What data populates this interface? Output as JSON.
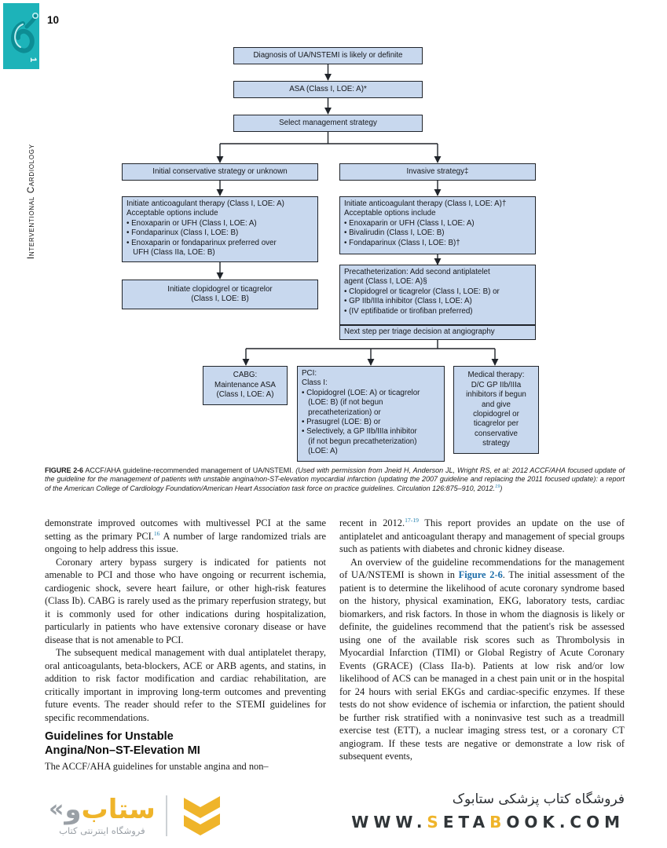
{
  "page": {
    "number": "10",
    "chapter": "1",
    "sidebar_title": "Interventional Cardiology"
  },
  "colors": {
    "sidebar_teal": "#1db3b9",
    "box_fill": "#c8d8ee",
    "box_border": "#20242a",
    "reference_teal": "#1f7fae",
    "figure_link_blue": "#1b6ca8",
    "footer_yellow": "#efb42a",
    "footer_gray": "#9aa0a6"
  },
  "flowchart": {
    "diagnosis": "Diagnosis of UA/NSTEMI is likely or definite",
    "asa": "ASA (Class I, LOE: A)*",
    "select": "Select management strategy",
    "conservative_header": "Initial conservative strategy or unknown",
    "invasive_header": "Invasive strategy‡",
    "conservative_anticoag_lines": [
      "Initiate anticoagulant therapy (Class I, LOE: A)",
      "Acceptable options include",
      "• Enoxaparin or UFH (Class I, LOE: A)",
      "• Fondaparinux (Class I, LOE: B)",
      "• Enoxaparin or fondaparinux preferred over",
      "   UFH (Class IIa, LOE: B)"
    ],
    "conservative_clopidogrel_lines": [
      "Initiate clopidogrel or ticagrelor",
      "(Class I, LOE: B)"
    ],
    "invasive_anticoag_lines": [
      "Initiate anticoagulant therapy (Class I, LOE: A)†",
      "Acceptable options include",
      "• Enoxaparin or UFH (Class I, LOE: A)",
      "• Bivalirudin (Class I, LOE: B)",
      "• Fondaparinux (Class I, LOE: B)†"
    ],
    "precath_lines": [
      "Precatheterization: Add second antiplatelet",
      "agent (Class I, LOE: A)§",
      "• Clopidogrel or ticagrelor (Class I, LOE: B) or",
      "• GP IIb/IIIa inhibitor (Class I, LOE: A)",
      "• (IV eptifibatide or tirofiban preferred)"
    ],
    "next_step": "Next step per triage decision at angiography",
    "cabg_lines": [
      "CABG:",
      "Maintenance ASA",
      "(Class I, LOE: A)"
    ],
    "pci_lines": [
      "PCI:",
      "Class I:",
      "• Clopidogrel (LOE: A) or ticagrelor",
      "   (LOE: B) (if not begun",
      "   precatheterization) or",
      "• Prasugrel (LOE: B) or",
      "• Selectively, a GP IIb/IIIa inhibitor",
      "   (if not begun precatheterization)",
      "   (LOE: A)"
    ],
    "medical_lines": [
      "Medical therapy:",
      "D/C GP IIb/IIIa",
      "inhibitors if begun",
      "and give",
      "clopidogrel or",
      "ticagrelor per",
      "conservative",
      "strategy"
    ]
  },
  "caption": {
    "segments": [
      {
        "t": "FIGURE 2-6",
        "s": "b"
      },
      {
        "t": "  ACCF/AHA guideline-recommended management of UA/NSTEMI. ",
        "s": ""
      },
      {
        "t": "(Used with permission from Jneid H, Anderson JL, Wright RS, et al: 2012 ACCF/AHA focused update of the guideline for the management of patients with unstable angina/non-ST-elevation myocardial infarction (updating the 2007 guideline and replacing the 2011 focused update): a report of the American College of Cardiology Foundation/American Heart Association task force on practice guidelines. Circulation 126:875–910, 2012.",
        "s": "i"
      },
      {
        "t": "19",
        "s": "i sup"
      },
      {
        "t": ")",
        "s": "i"
      }
    ]
  },
  "article": {
    "left": {
      "paragraph_1": [
        {
          "t": "demonstrate improved outcomes with multivessel PCI at the same setting as the primary PCI.",
          "s": ""
        },
        {
          "t": "16",
          "s": "sup"
        },
        {
          "t": " A number of large randomized trials are ongoing to help address this issue.",
          "s": ""
        }
      ],
      "paragraph_2": [
        {
          "t": "Coronary artery bypass surgery is indicated for patients not amenable to PCI and those who have ongoing or recurrent ischemia, cardiogenic shock, severe heart failure, or other high-risk features (Class Ib). CABG is rarely used as the primary reperfusion strategy, but it is commonly used for other indications during hospitalization, particularly in patients who have extensive coronary disease or have disease that is not amenable to PCI.",
          "s": ""
        }
      ],
      "paragraph_3": [
        {
          "t": "The subsequent medical management with dual antiplatelet therapy, oral anticoagulants, beta-blockers, ACE or ARB agents, and statins, in addition to risk factor modification and cardiac rehabilitation, are critically important in improving long-term outcomes and preventing future events. The reader should refer to the STEMI guidelines for specific recommendations.",
          "s": ""
        }
      ],
      "heading_line1": "Guidelines for Unstable",
      "heading_line2": "Angina/Non–ST-Elevation MI",
      "paragraph_4": [
        {
          "t": "The ACCF/AHA guidelines for unstable angina and non–",
          "s": ""
        }
      ]
    },
    "right": {
      "paragraph_1": [
        {
          "t": "recent in 2012.",
          "s": ""
        },
        {
          "t": "17-19",
          "s": "sup"
        },
        {
          "t": " This report provides an update on the use of antiplatelet and anticoagulant therapy and management of special groups such as patients with diabetes and chronic kidney disease.",
          "s": ""
        }
      ],
      "paragraph_2": [
        {
          "t": "An overview of the guideline recommendations for the management of UA/NSTEMI is shown in ",
          "s": ""
        },
        {
          "t": "Figure 2-6",
          "s": "figref"
        },
        {
          "t": ". The initial assessment of the patient is to determine the likelihood of acute coronary syndrome based on the history, physical examination, EKG, laboratory tests, cardiac biomarkers, and risk factors. In those in whom the diagnosis is likely or definite, the guidelines recommend that the patient's risk be assessed using one of the available risk scores such as Thrombolysis in Myocardial Infarction (TIMI) or Global Registry of Acute Coronary Events (GRACE) (Class IIa-b). Patients at low risk and/or low likelihood of ACS can be managed in a chest pain unit or in the hospital for 24 hours with serial EKGs and cardiac-specific enzymes. If these tests do not show evidence of ischemia or infarction, the patient should be further risk stratified with a noninvasive test such as a treadmill exercise test (ETT), a nuclear imaging stress test, or a coronary CT angiogram. If these tests are negative or demonstrate a low risk of subsequent events,",
          "s": ""
        }
      ]
    }
  },
  "footer": {
    "brand_kaf_mark": "«",
    "brand_gray_letter": "و",
    "brand_yellow_letters": "ستاب",
    "tagline": "فروشگاه اینترنتی کتاب",
    "title_fa": "فروشگاه کتاب پزشکی ستابوک",
    "website_segments": [
      {
        "t": "WWW.",
        "s": "wd"
      },
      {
        "t": "S",
        "s": "wy"
      },
      {
        "t": "ETA",
        "s": "wd"
      },
      {
        "t": "B",
        "s": "wy"
      },
      {
        "t": "OOK.COM",
        "s": "wd"
      }
    ]
  }
}
